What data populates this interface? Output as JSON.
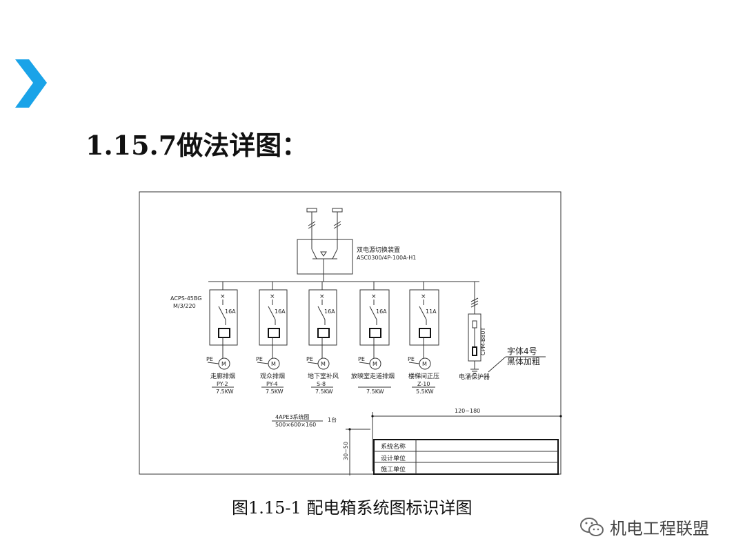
{
  "slide": {
    "title": "1.15.7做法详图：",
    "caption": "图1.15-1  配电箱系统图标识详图",
    "watermark": "机电工程联盟",
    "accent_color": "#1aa3e8",
    "chevron_icon": "chevron-right-icon"
  },
  "diagram": {
    "ats_label": "双电源切换装置",
    "ats_model": "ASC0300/4P-100A-H1",
    "box_model_line1": "ACPS-45BG",
    "box_model_line2": "M/3/220",
    "circuits": [
      {
        "rating": "16A",
        "name": "走廊排烟",
        "code": "PY-2",
        "power": "7.5KW"
      },
      {
        "rating": "16A",
        "name": "观众排烟",
        "code": "PY-4",
        "power": "7.5KW"
      },
      {
        "rating": "16A",
        "name": "地下室补风",
        "code": "S-8",
        "power": "7.5KW"
      },
      {
        "rating": "16A",
        "name": "放映室走道排烟",
        "code": "",
        "power": "7.5KW"
      },
      {
        "rating": "11A",
        "name": "楼梯间正压",
        "code": "Z-10",
        "power": "5.5KW"
      }
    ],
    "pe_label": "PE",
    "motor_label": "M",
    "spd_model": "CPM-B80T",
    "spd_name": "电涌保护器",
    "font_note_line1": "字体4号",
    "font_note_line2": "黑体加粗",
    "box_name": "4APE3系统图",
    "box_size": "500×600×160",
    "box_qty": "1台",
    "dim_width": "120~180",
    "dim_height": "30~50",
    "title_block": [
      "系统名称",
      "设计单位",
      "施工单位"
    ]
  }
}
